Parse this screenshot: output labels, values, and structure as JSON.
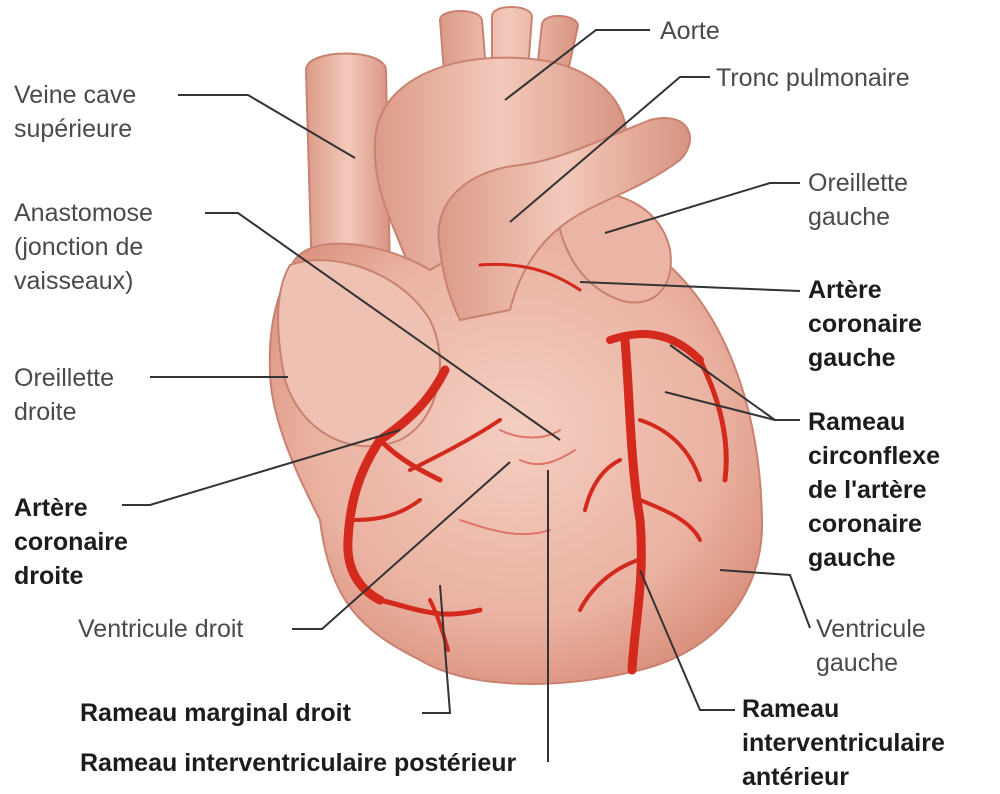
{
  "colors": {
    "heart_fill": "#eeb8a8",
    "heart_shade": "#d6907c",
    "artery_red": "#d42a1e",
    "leader_line": "#333333"
  },
  "labels": {
    "aorte": "Aorte",
    "tronc_pulmonaire": "Tronc pulmonaire",
    "veine_cave_superieure": "Veine cave\nsupérieure",
    "oreillette_gauche": "Oreillette\ngauche",
    "anastomose": "Anastomose\n(jonction de\nvaisseaux)",
    "artere_coronaire_gauche": "Artère\ncoronaire\ngauche",
    "oreillette_droite": "Oreillette\ndroite",
    "rameau_circonflexe": "Rameau\ncirconflexe\nde l'artère\ncoronaire\ngauche",
    "artere_coronaire_droite": "Artère\ncoronaire\ndroite",
    "ventricule_droit": "Ventricule droit",
    "ventricule_gauche": "Ventricule\ngauche",
    "rameau_marginal_droit": "Rameau marginal droit",
    "rameau_interventriculaire_anterieur": "Rameau\ninterventriculaire\nantérieur",
    "rameau_interventriculaire_posterieur": "Rameau interventriculaire postérieur"
  }
}
